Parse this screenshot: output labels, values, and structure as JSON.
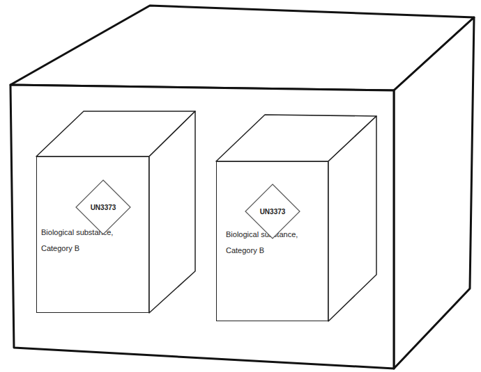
{
  "diagram": {
    "nodes": [
      {
        "text": [
          "Biological substance, Category B"
        ]
      },
      {
        "text": [
          "UN3373"
        ],
        "in": 0
      },
      {
        "text": [
          "Biological substance, Category B"
        ]
      },
      {
        "text": [
          "UN3373"
        ],
        "in": 2
      }
    ]
  }
}
